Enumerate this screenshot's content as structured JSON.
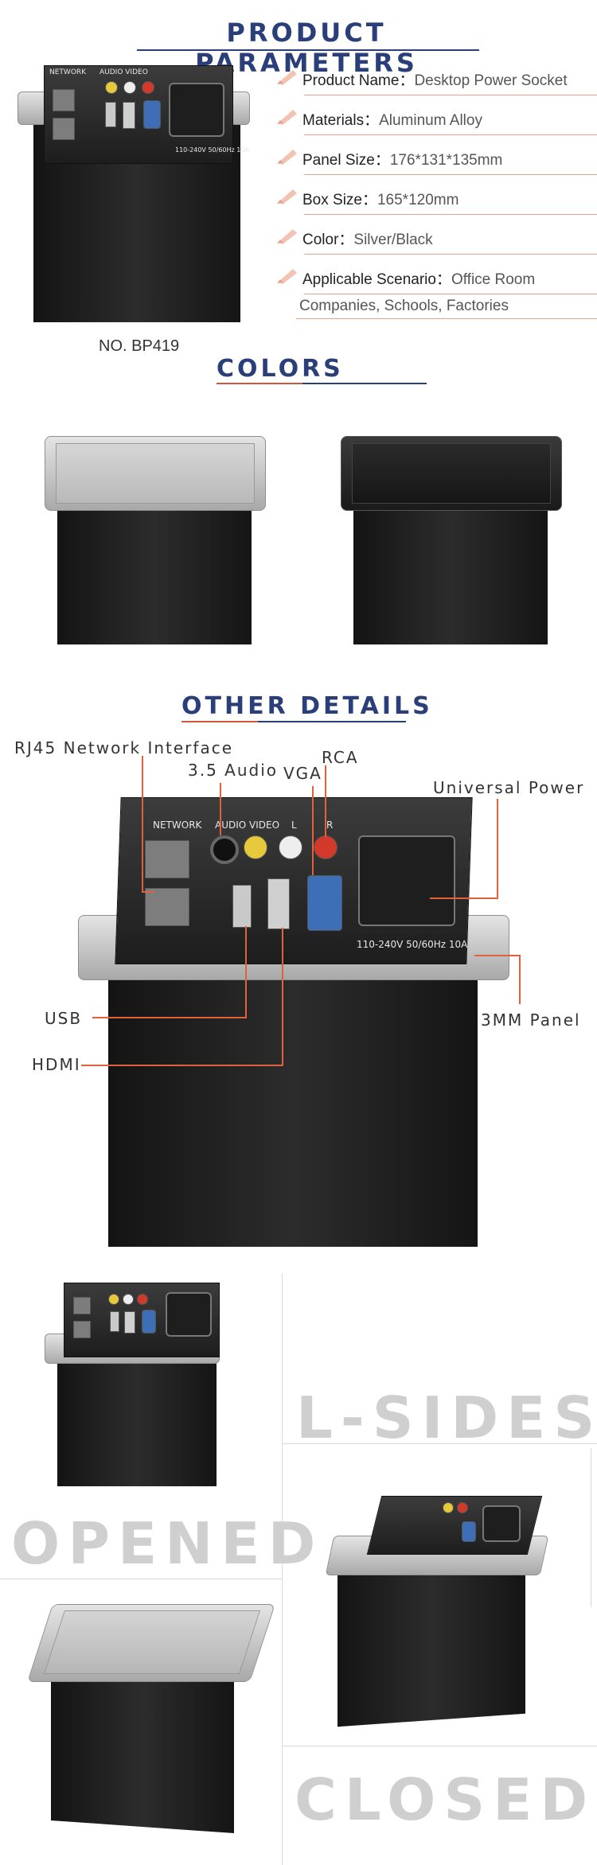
{
  "headings": {
    "parameters": "PRODUCT PARAMETERS",
    "colors": "COLORS",
    "details": "OTHER DETAILS"
  },
  "params": [
    {
      "label": "Product Name：",
      "value": "Desktop Power Socket"
    },
    {
      "label": "Materials：",
      "value": "Aluminum Alloy"
    },
    {
      "label": "Panel Size：",
      "value": "176*131*135mm"
    },
    {
      "label": "Box Size：",
      "value": "165*120mm"
    },
    {
      "label": "Color：",
      "value": "Silver/Black"
    },
    {
      "label": "Applicable Scenario：",
      "value": "Office Room"
    }
  ],
  "scenario_continued": "Companies, Schools, Factories",
  "model_number": "NO. BP419",
  "plate": {
    "network": "NETWORK",
    "audio_video": "AUDIO VIDEO",
    "left": "L",
    "right": "R",
    "rating": "110-240V 50/60Hz 10A"
  },
  "callouts": {
    "rj45": "RJ45 Network Interface",
    "audio": "3.5 Audio",
    "vga": "VGA",
    "rca": "RCA",
    "power": "Universal Power",
    "usb": "USB",
    "hdmi": "HDMI",
    "panel": "3MM Panel"
  },
  "big_words": {
    "lsides": "L-SIDES",
    "opened": "OPENED",
    "closed": "CLOSED"
  },
  "colors": {
    "heading": "#2a3f7a",
    "accent": "#e0623c",
    "pen_icon": "#e6a089",
    "big_word": "#cfcfcf"
  }
}
